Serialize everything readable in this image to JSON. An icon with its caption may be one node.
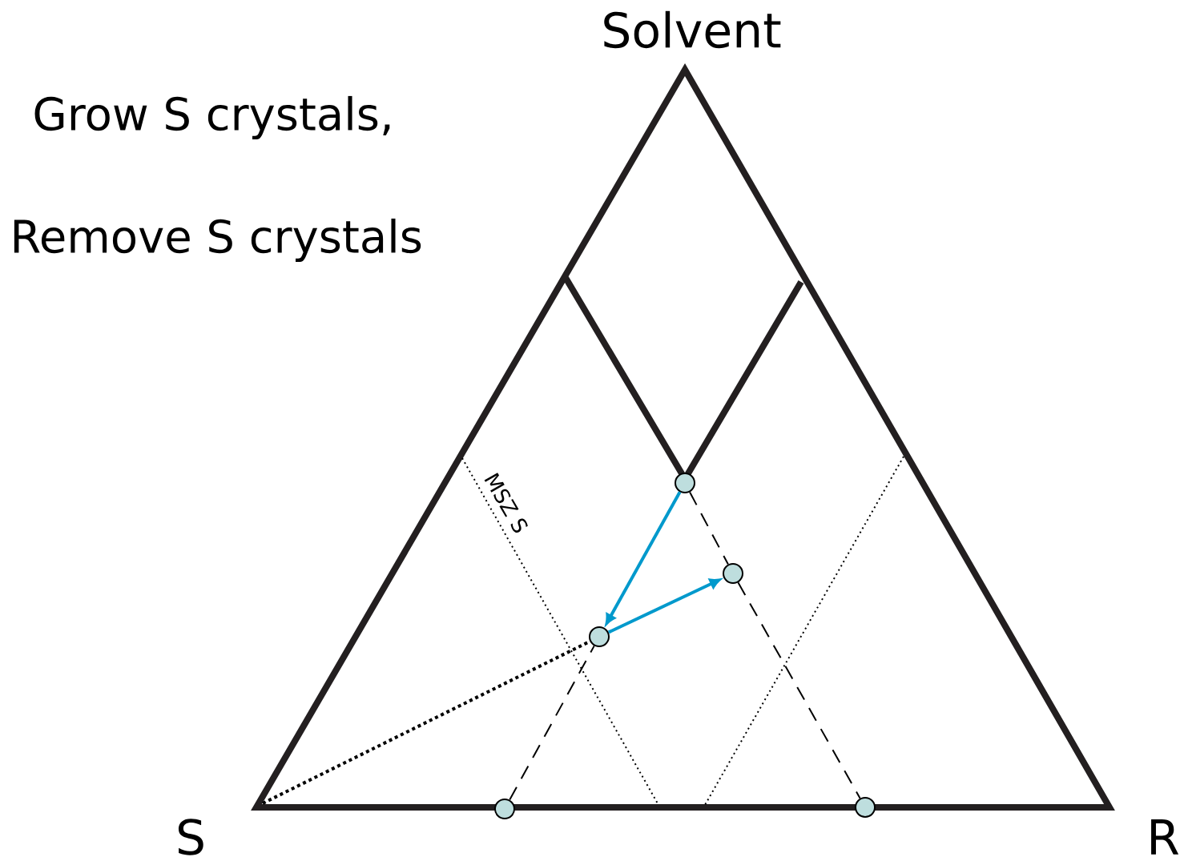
{
  "diagram": {
    "nodes": [
      {
        "text": [],
        "shape": "circle"
      },
      {
        "text": [],
        "shape": "circle"
      },
      {
        "text": [],
        "shape": "circle"
      },
      {
        "text": [],
        "shape": "circle"
      },
      {
        "text": [],
        "shape": "circle"
      }
    ],
    "edges": [
      {
        "from": 2,
        "to": 1,
        "arrow": "to",
        "color": "#0099cc"
      },
      {
        "from": 1,
        "to": 3,
        "arrow": "to",
        "color": "#0099cc"
      },
      {
        "from": 2,
        "to": 3,
        "arrow": "none",
        "style": "dashed"
      },
      {
        "from": 3,
        "to": 4,
        "arrow": "none",
        "style": "dashed"
      },
      {
        "from": 0,
        "to": 1,
        "arrow": "none",
        "style": "dashed"
      }
    ],
    "labels": [
      "Solvent",
      "Grow S crystals,",
      "Remove S crystals",
      "MSZ S",
      "S",
      "R"
    ]
  }
}
